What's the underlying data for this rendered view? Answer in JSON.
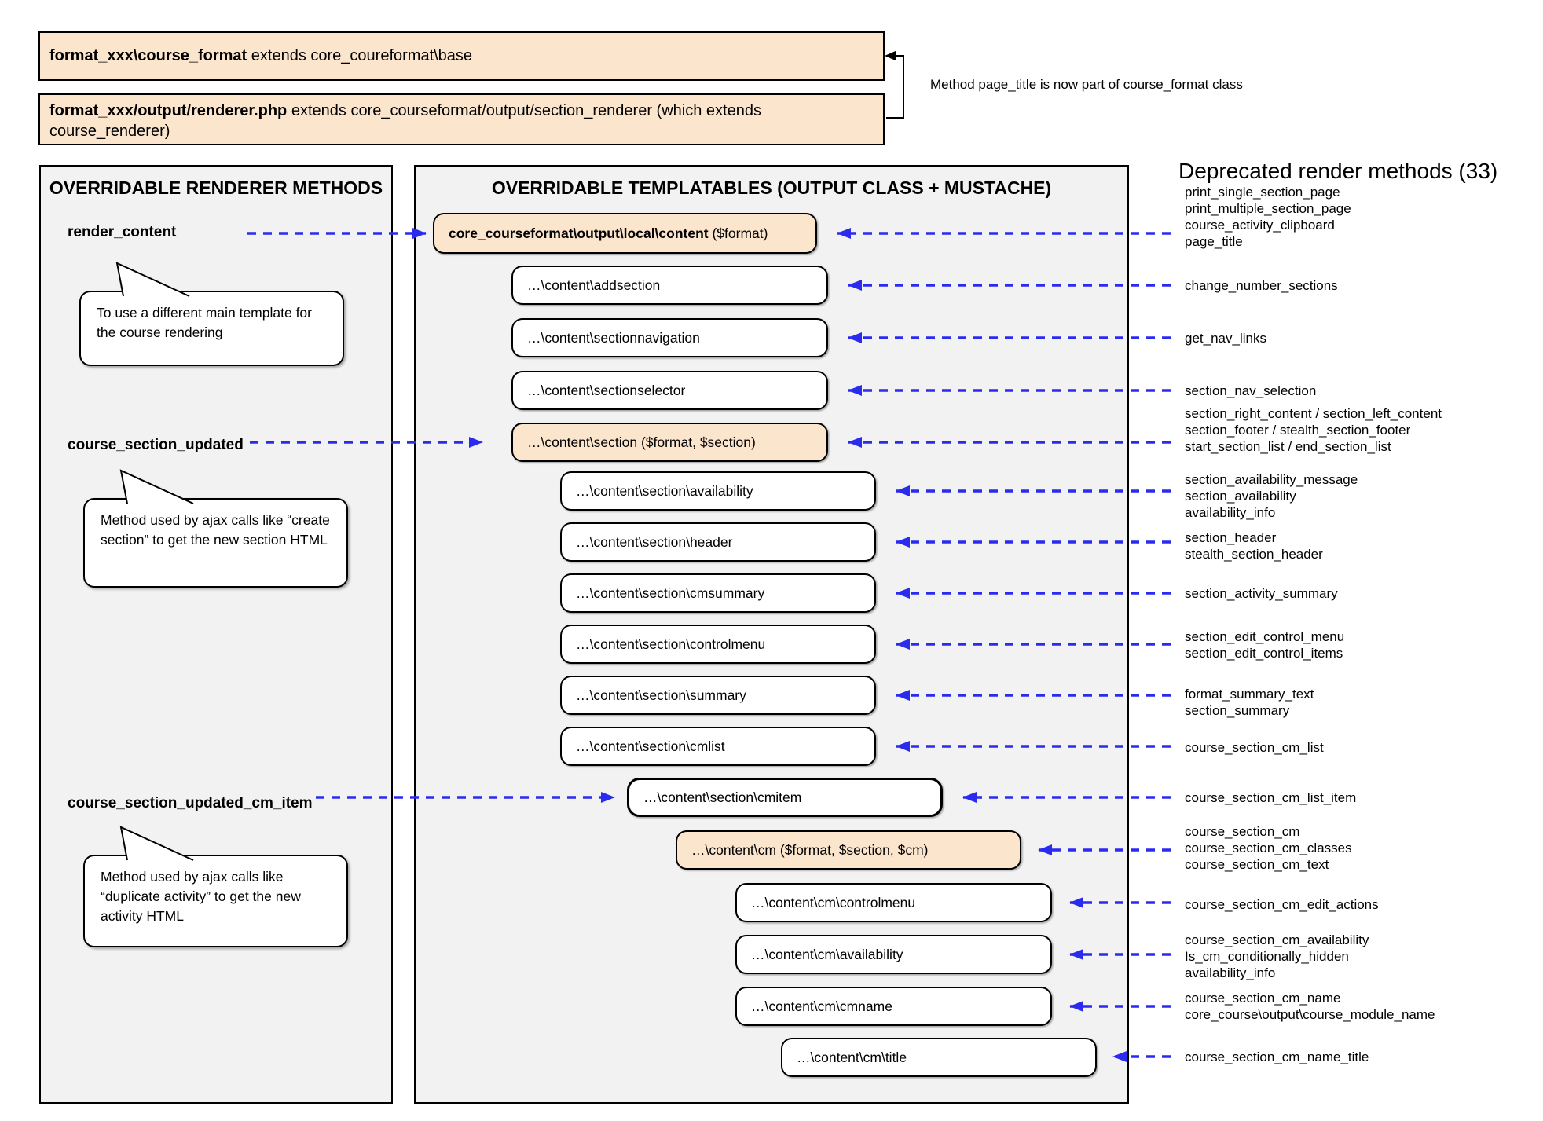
{
  "header": {
    "box1_bold": "format_xxx\\course_format",
    "box1_rest": " extends core_coureformat\\base",
    "box2_bold": "format_xxx/output/renderer.php",
    "box2_rest": " extends core_courseformat/output/section_renderer (which extends course_renderer)",
    "note": "Method page_title is now part of course_format class"
  },
  "deprecated": {
    "title": "Deprecated render methods (33)",
    "groups": [
      {
        "lines": [
          "print_single_section_page",
          "print_multiple_section_page",
          "course_activity_clipboard",
          "page_title"
        ]
      },
      {
        "lines": [
          "change_number_sections"
        ]
      },
      {
        "lines": [
          "get_nav_links"
        ]
      },
      {
        "lines": [
          "section_nav_selection"
        ]
      },
      {
        "lines": [
          "section_right_content / section_left_content",
          "section_footer / stealth_section_footer",
          "start_section_list / end_section_list"
        ]
      },
      {
        "lines": [
          "section_availability_message",
          "section_availability",
          "availability_info"
        ]
      },
      {
        "lines": [
          "section_header",
          "stealth_section_header"
        ]
      },
      {
        "lines": [
          "section_activity_summary"
        ]
      },
      {
        "lines": [
          "section_edit_control_menu",
          "section_edit_control_items"
        ]
      },
      {
        "lines": [
          "format_summary_text",
          "section_summary"
        ]
      },
      {
        "lines": [
          "course_section_cm_list"
        ]
      },
      {
        "lines": [
          "course_section_cm_list_item"
        ]
      },
      {
        "lines": [
          "course_section_cm",
          "course_section_cm_classes",
          "course_section_cm_text"
        ]
      },
      {
        "lines": [
          "course_section_cm_edit_actions"
        ]
      },
      {
        "lines": [
          "course_section_cm_availability",
          "Is_cm_conditionally_hidden",
          "availability_info"
        ]
      },
      {
        "lines": [
          "course_section_cm_name",
          "core_course\\output\\course_module_name"
        ]
      },
      {
        "lines": [
          "course_section_cm_name_title"
        ]
      }
    ]
  },
  "left_panel": {
    "title": "OVERRIDABLE RENDERER METHODS",
    "methods": [
      {
        "label": "render_content",
        "note": "To use a different main template for the course rendering"
      },
      {
        "label": "course_section_updated",
        "note": "Method used by ajax calls like “create section” to get the new section HTML"
      },
      {
        "label": "course_section_updated_cm_item",
        "note": "Method used by ajax calls like “duplicate activity” to get the new activity HTML"
      }
    ]
  },
  "middle_panel": {
    "title": "OVERRIDABLE TEMPLATABLES (OUTPUT CLASS + MUSTACHE)",
    "root_box": {
      "bold": "core_courseformat\\output\\local\\content",
      "rest": " ($format)"
    },
    "boxes": [
      {
        "label": "…\\content\\addsection"
      },
      {
        "label": "…\\content\\sectionnavigation"
      },
      {
        "label": "…\\content\\sectionselector"
      },
      {
        "label": "…\\content\\section ($format, $section)"
      },
      {
        "label": "…\\content\\section\\availability"
      },
      {
        "label": "…\\content\\section\\header"
      },
      {
        "label": "…\\content\\section\\cmsummary"
      },
      {
        "label": "…\\content\\section\\controlmenu"
      },
      {
        "label": "…\\content\\section\\summary"
      },
      {
        "label": "…\\content\\section\\cmlist"
      },
      {
        "label": "…\\content\\section\\cmitem"
      },
      {
        "label": "…\\content\\cm ($format, $section, $cm)"
      },
      {
        "label": "…\\content\\cm\\controlmenu"
      },
      {
        "label": "…\\content\\cm\\availability"
      },
      {
        "label": "…\\content\\cm\\cmname"
      },
      {
        "label": "…\\content\\cm\\title"
      }
    ]
  },
  "colors": {
    "arrow_blue": "#2b2bf0",
    "highlight_peach": "#fce5cd",
    "panel_gray": "#f2f2f2"
  }
}
